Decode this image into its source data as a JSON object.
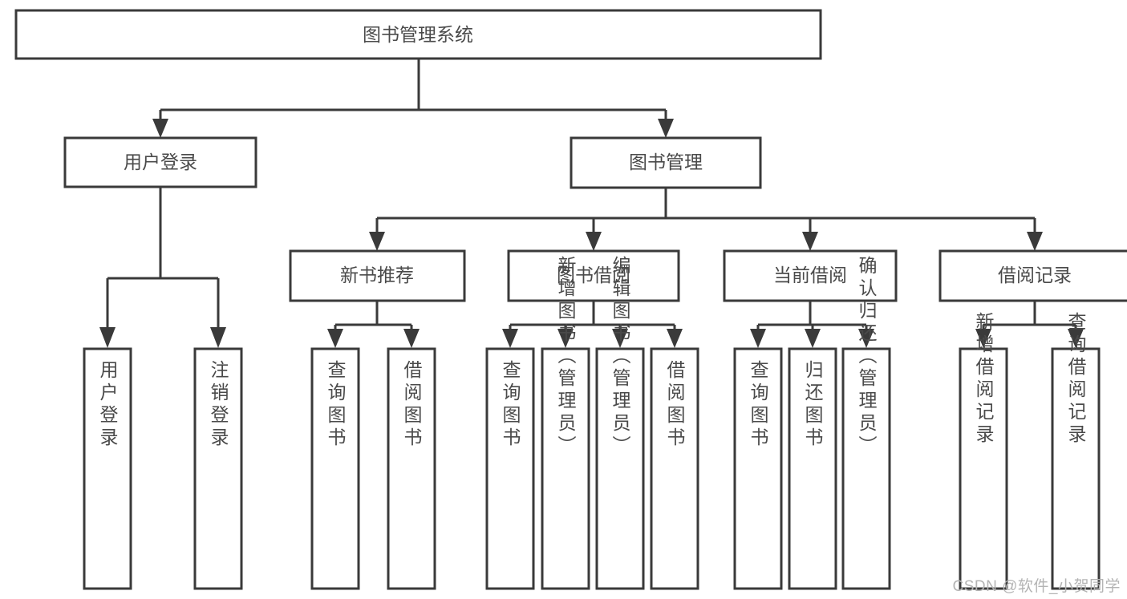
{
  "diagram": {
    "type": "tree-hierarchy",
    "title": "图书管理系统",
    "colors": {
      "background": "#ffffff",
      "box_stroke": "#3a3a3a",
      "box_fill": "#ffffff",
      "text": "#4a4a4a",
      "connector": "#3a3a3a",
      "watermark": "#b4b4b4"
    },
    "root": {
      "label": "图书管理系统"
    },
    "level2": [
      {
        "label": "用户登录"
      },
      {
        "label": "图书管理"
      }
    ],
    "level3": [
      {
        "label": "新书推荐"
      },
      {
        "label": "图书借阅"
      },
      {
        "label": "当前借阅"
      },
      {
        "label": "借阅记录"
      }
    ],
    "leaves": {
      "user_login": [
        {
          "label": "用户登录"
        },
        {
          "label": "注销登录"
        }
      ],
      "new_book": [
        {
          "label": "查询图书"
        },
        {
          "label": "借阅图书"
        }
      ],
      "book_borrow": [
        {
          "label": "查询图书"
        },
        {
          "label": "新增图书（管理员）"
        },
        {
          "label": "编辑图书（管理员）"
        },
        {
          "label": "借阅图书"
        }
      ],
      "current_borrow": [
        {
          "label": "查询图书"
        },
        {
          "label": "归还图书"
        },
        {
          "label": "确认归还（管理员）"
        }
      ],
      "borrow_record": [
        {
          "label": "新增借阅记录"
        },
        {
          "label": "查询借阅记录"
        }
      ]
    },
    "watermark": "CSDN @软件_小贺同学"
  }
}
